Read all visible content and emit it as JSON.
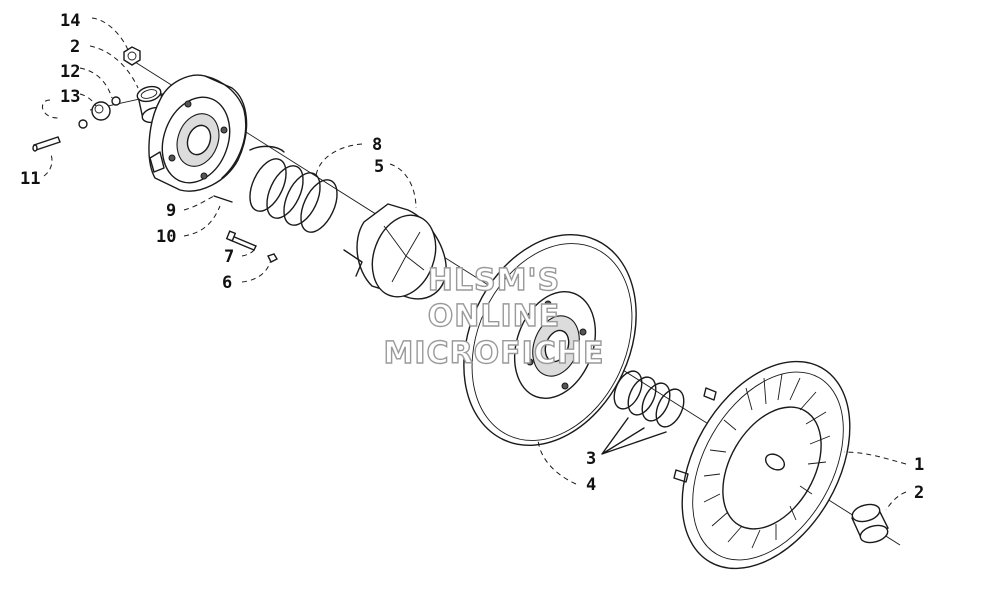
{
  "callouts": [
    {
      "id": "c14",
      "label": "14"
    },
    {
      "id": "c2a",
      "label": "2"
    },
    {
      "id": "c12",
      "label": "12"
    },
    {
      "id": "c13",
      "label": "13"
    },
    {
      "id": "c11",
      "label": "11"
    },
    {
      "id": "c8",
      "label": "8"
    },
    {
      "id": "c5",
      "label": "5"
    },
    {
      "id": "c9",
      "label": "9"
    },
    {
      "id": "c10",
      "label": "10"
    },
    {
      "id": "c7",
      "label": "7"
    },
    {
      "id": "c6",
      "label": "6"
    },
    {
      "id": "c3",
      "label": "3"
    },
    {
      "id": "c4",
      "label": "4"
    },
    {
      "id": "c1",
      "label": "1"
    },
    {
      "id": "c2b",
      "label": "2"
    }
  ],
  "watermark": {
    "line1": "HLSM'S",
    "line2": "ONLINE",
    "line3": "MICROFICHE"
  }
}
